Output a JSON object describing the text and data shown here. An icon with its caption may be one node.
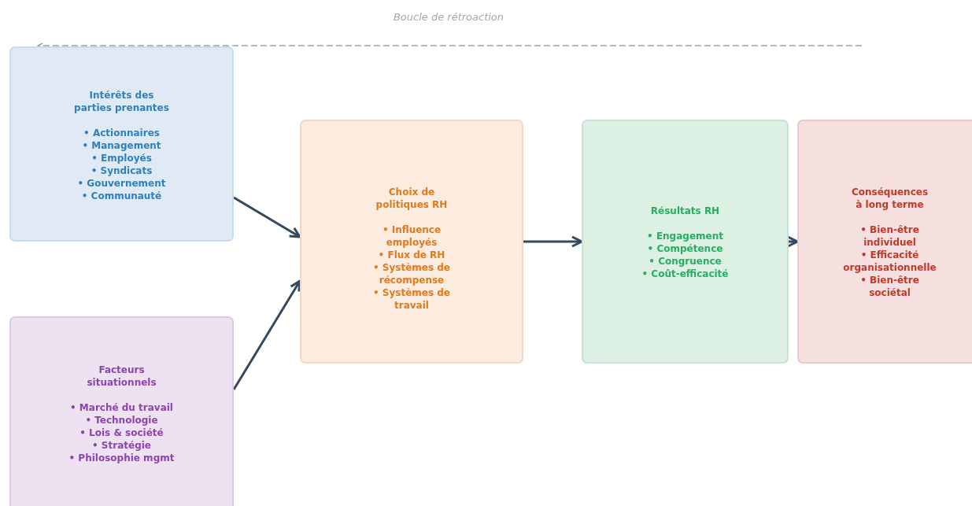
{
  "diagram": {
    "nodes": [
      {
        "text": [
          "Intérêts des parties prenantes",
          "• Actionnaires",
          "• Management",
          "• Employés",
          "• Syndicats",
          "• Gouvernement",
          "• Communauté"
        ]
      },
      {
        "text": [
          "Facteurs situationnels",
          "• Marché du travail",
          "• Technologie",
          "• Lois & société",
          "• Stratégie",
          "• Philosophie mgmt"
        ]
      },
      {
        "text": [
          "Choix de politiques RH",
          "• Influence employés",
          "• Flux de RH",
          "• Systèmes de récompense",
          "• Systèmes de travail"
        ]
      },
      {
        "text": [
          "Résultats RH",
          "• Engagement",
          "• Compétence",
          "• Congruence",
          "• Coût-efficacité"
        ]
      },
      {
        "text": [
          "Conséquences à long terme",
          "• Bien-être individuel",
          "• Efficacité organisationnelle",
          "• Bien-être sociétal"
        ]
      }
    ],
    "edges": [
      {
        "from": 0,
        "to": 2,
        "arrow": "to"
      },
      {
        "from": 1,
        "to": 2,
        "arrow": "to"
      },
      {
        "from": 2,
        "to": 3,
        "arrow": "to"
      },
      {
        "from": 3,
        "to": 4,
        "arrow": "to"
      },
      {
        "from": null,
        "to": 0,
        "arrow": "to",
        "label": "Boucle de rétroaction",
        "style": "dashed",
        "color": "#9aa5a6"
      }
    ]
  }
}
